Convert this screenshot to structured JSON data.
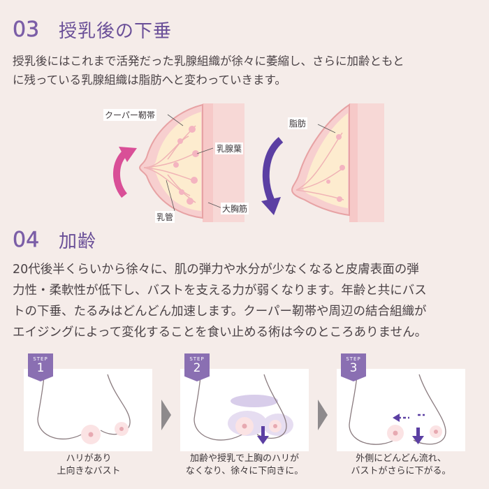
{
  "section3": {
    "num": "03",
    "title": "授乳後の下垂",
    "text": "授乳後にはこれまで活発だった乳腺組織が徐々に萎縮し、さらに加齢ともと\nに残っている乳腺組織は脂肪へと変わっていきます。",
    "labels": {
      "cooper": "クーパー靭帯",
      "lobule": "乳腺葉",
      "duct": "乳管",
      "pectoral": "大胸筋",
      "fat": "脂肪"
    }
  },
  "section4": {
    "num": "04",
    "title": "加齢",
    "text": "20代後半くらいから徐々に、肌の弾力や水分が少なくなると皮膚表面の弾\n力性・柔軟性が低下し、バストを支える力が弱くなります。年齢と共にバス\nトの下垂、たるみはどんどん加速します。クーパー靭帯や周辺の結合組織が\nエイジングによって変化することを食い止める術は今のところありません。"
  },
  "steps": [
    {
      "tag": "STEP",
      "num": "1",
      "caption": "ハリがあり\n上向きなバスト"
    },
    {
      "tag": "STEP",
      "num": "2",
      "caption": "加齢や授乳で上胸のハリが\nなくなり、徐々に下向きに。"
    },
    {
      "tag": "STEP",
      "num": "3",
      "caption": "外側にどんどん流れ、\nバストがさらに下がる。"
    }
  ],
  "colors": {
    "accent": "#7b5ea7",
    "background": "#f5ece9",
    "up_arrow": "#d94f97",
    "down_arrow": "#5b3fa3"
  }
}
